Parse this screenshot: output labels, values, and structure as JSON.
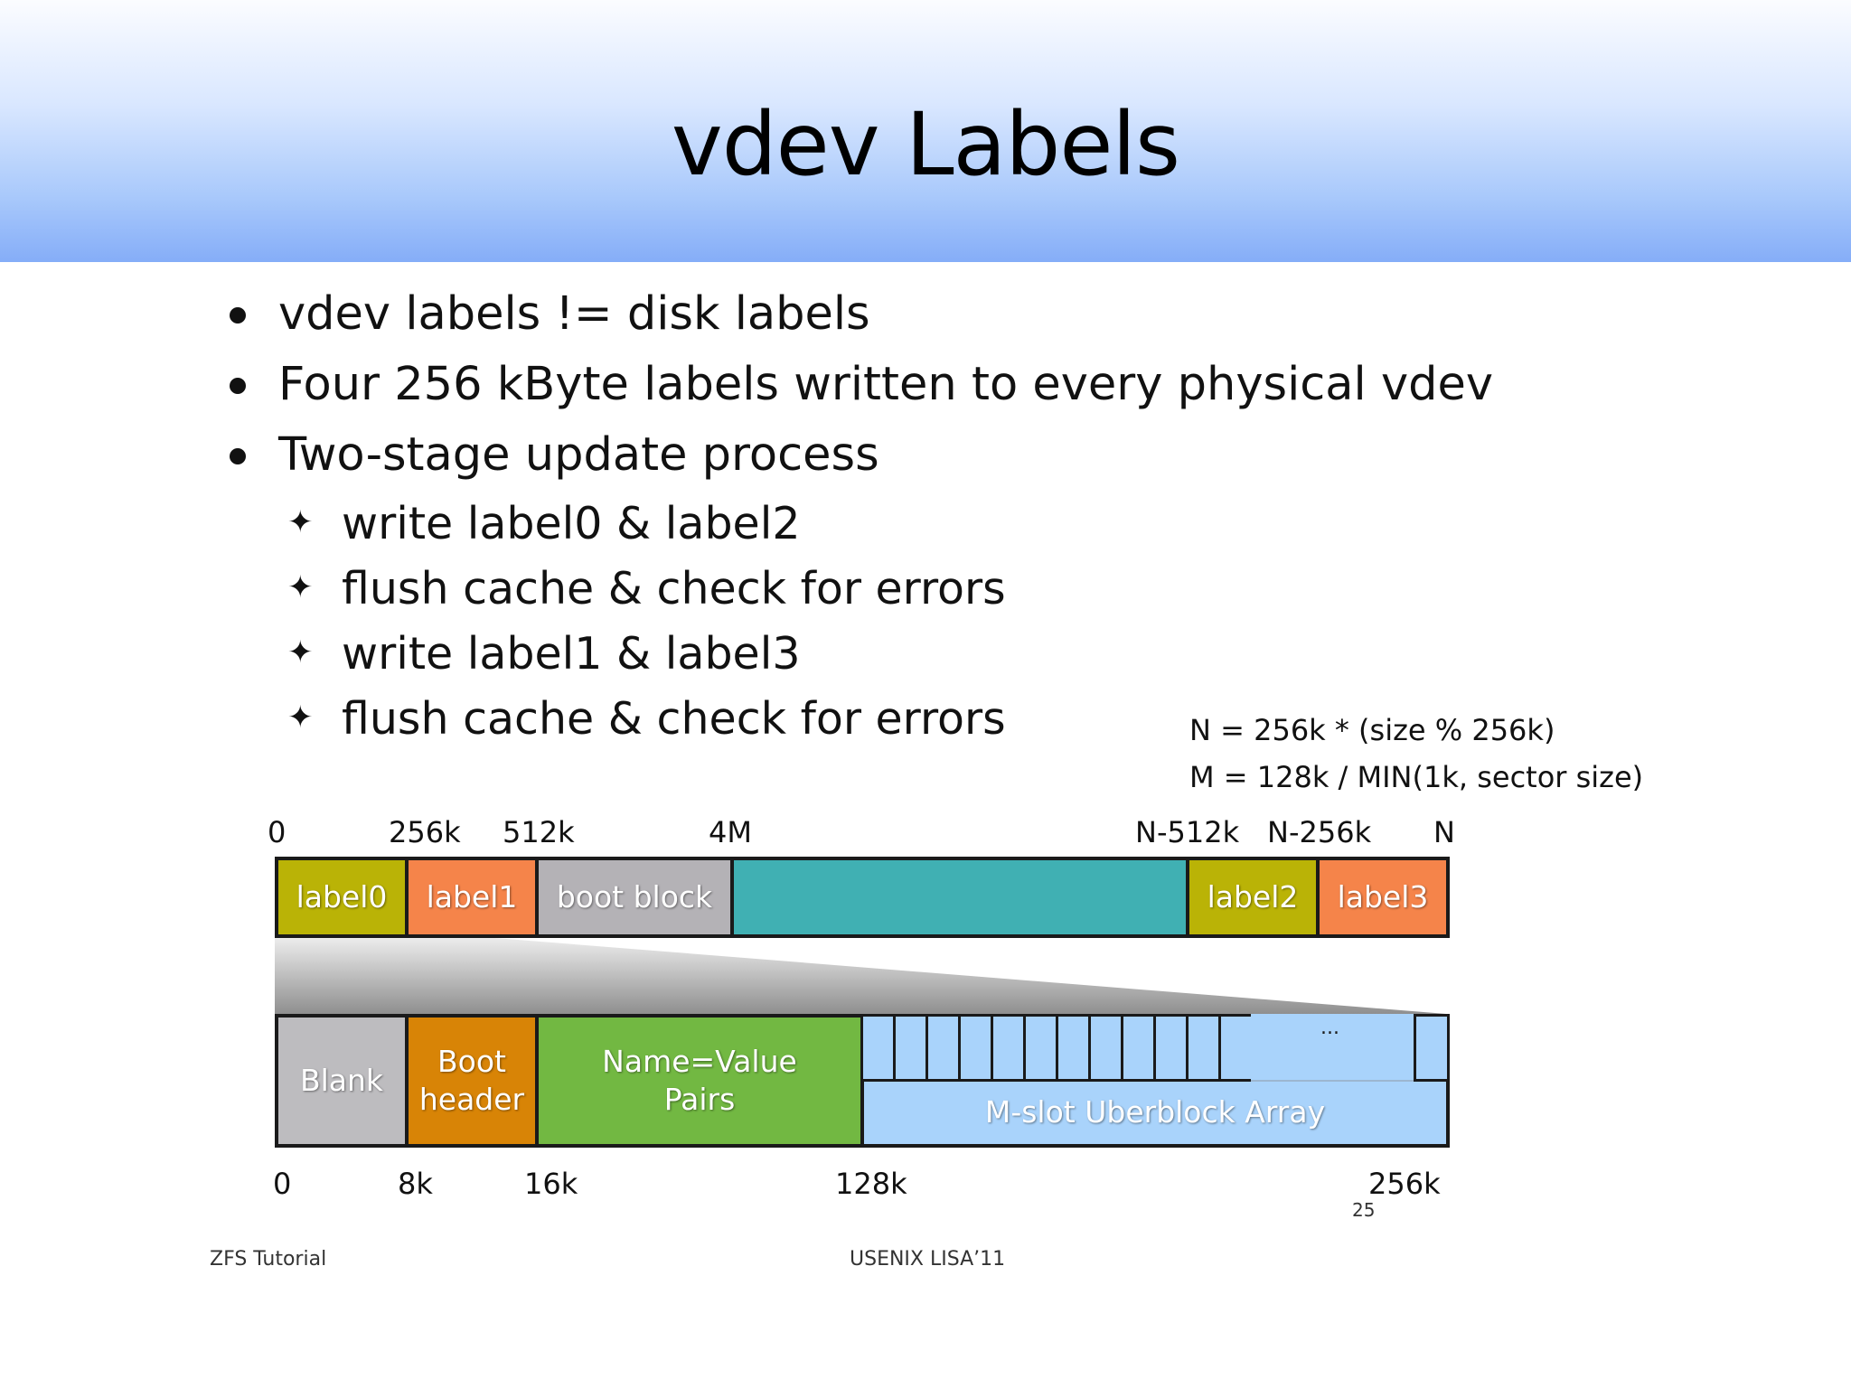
{
  "slide": {
    "title": "vdev Labels",
    "bullets": [
      "vdev labels != disk labels",
      "Four 256 kByte labels written to every physical vdev",
      "Two-stage update process"
    ],
    "sub_bullets": [
      "write label0 & label2",
      "flush cache & check for errors",
      "write label1 & label3",
      "flush cache & check for errors"
    ],
    "sub_bullet_icon": "four-pointed-star-icon",
    "formulas": [
      "N = 256k * (size % 256k)",
      "M = 128k / MIN(1k, sector size)"
    ]
  },
  "diagram": {
    "top_ticks": [
      "0",
      "256k",
      "512k",
      "4M",
      "N-512k",
      "N-256k",
      "N"
    ],
    "top_segments": [
      {
        "label": "label0",
        "color": "#bab306"
      },
      {
        "label": "label1",
        "color": "#f5844a"
      },
      {
        "label": "boot block",
        "color": "#b4b2b6"
      },
      {
        "label": "",
        "color": "#40b0b3"
      },
      {
        "label": "label2",
        "color": "#bab306"
      },
      {
        "label": "label3",
        "color": "#f5844a"
      }
    ],
    "bottom_segments": [
      {
        "label": "Blank",
        "color": "#bdbcbf"
      },
      {
        "label": "Boot\nheader",
        "color": "#d88406"
      },
      {
        "label": "Name=Value\nPairs",
        "color": "#72b842"
      },
      {
        "label": "M-slot Uberblock Array",
        "color": "#a9d3fb"
      }
    ],
    "ellipsis": "...",
    "bottom_ticks": [
      "0",
      "8k",
      "16k",
      "128k",
      "256k"
    ]
  },
  "footer": {
    "left": "ZFS Tutorial",
    "center": "USENIX LISA’11",
    "page_number": "25"
  }
}
